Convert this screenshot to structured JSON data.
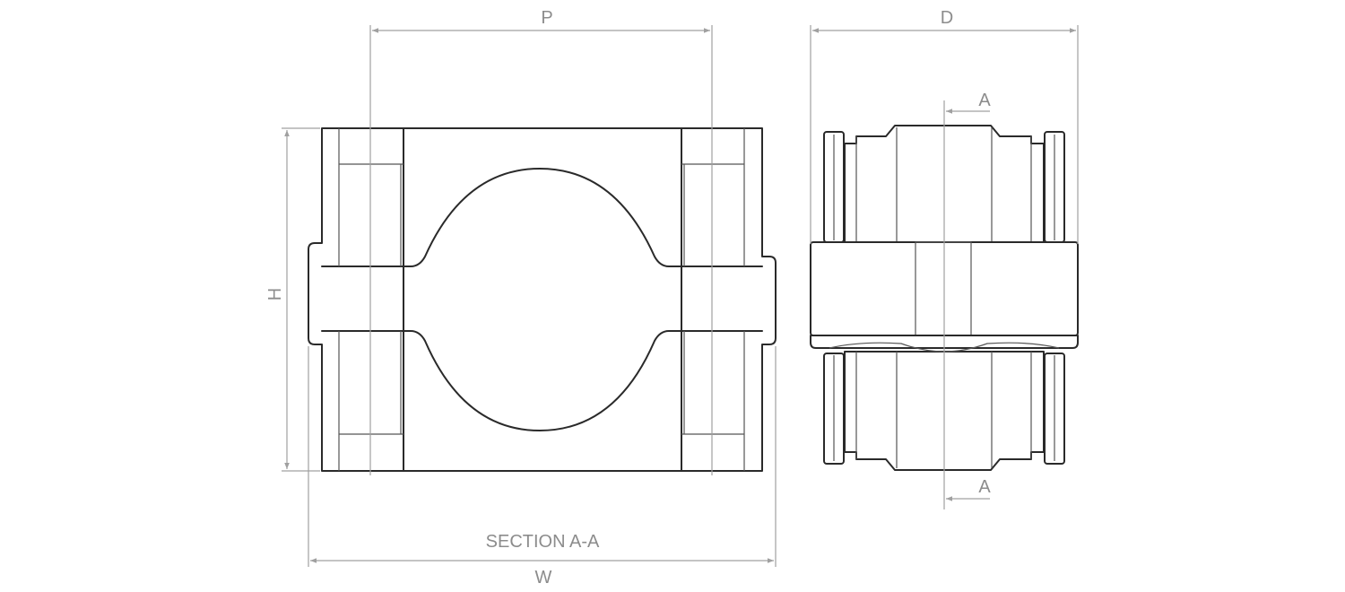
{
  "drawing": {
    "labels": {
      "p": "P",
      "d": "D",
      "h": "H",
      "w": "W",
      "section_top": "A",
      "section_bottom": "A",
      "section_title": "SECTION A-A"
    },
    "colors": {
      "outline": "#2a2a2a",
      "dimension": "#a0a0a0",
      "label": "#8c8c8c"
    }
  }
}
